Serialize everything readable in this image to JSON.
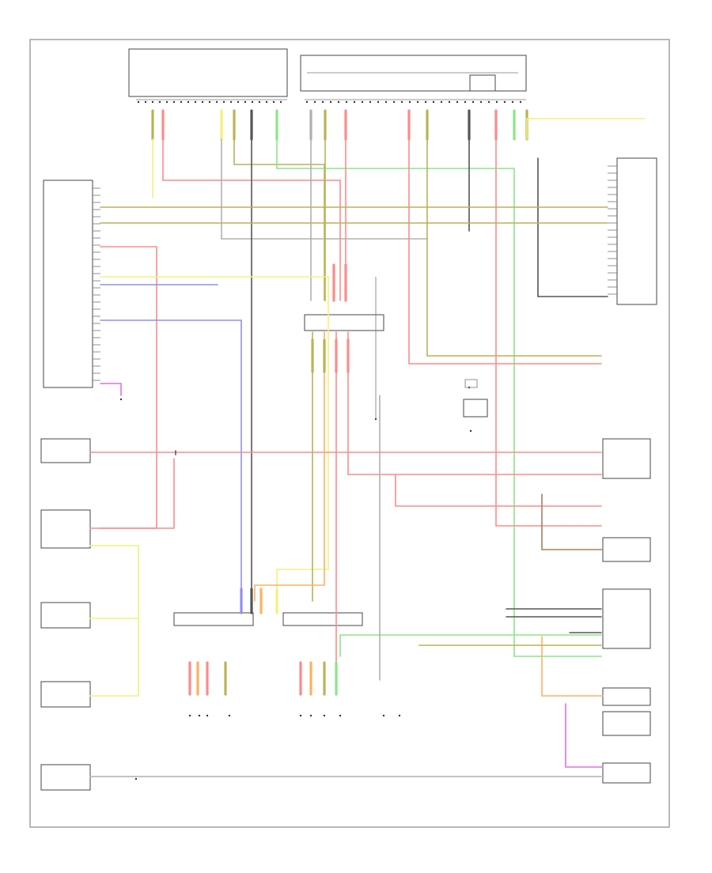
{
  "page_label": "",
  "diagram": {
    "colors": {
      "red": "#ff8a8a",
      "pink": "#ffb3b3",
      "yellow": "#f5f07a",
      "olive": "#b8b455",
      "green": "#8ae68a",
      "blue": "#8f8ff2",
      "violet": "#e070e0",
      "orange": "#ffb060",
      "gray": "#b0b0b0",
      "black": "#555555",
      "brown": "#a58060",
      "frame": "#9a9a9a"
    },
    "components": [
      {
        "id": "top-left-ecu",
        "label": ""
      },
      {
        "id": "top-right-module",
        "label": ""
      },
      {
        "id": "left-control-unit",
        "label": ""
      },
      {
        "id": "right-control-unit",
        "label": ""
      },
      {
        "id": "center-connector-1",
        "label": ""
      },
      {
        "id": "center-connector-2",
        "label": ""
      },
      {
        "id": "left-module-1",
        "label": ""
      },
      {
        "id": "left-module-2",
        "label": ""
      },
      {
        "id": "left-module-3",
        "label": ""
      },
      {
        "id": "left-module-4",
        "label": ""
      },
      {
        "id": "left-module-5",
        "label": ""
      },
      {
        "id": "right-module-1",
        "label": ""
      },
      {
        "id": "right-module-2",
        "label": ""
      },
      {
        "id": "right-module-3",
        "label": ""
      },
      {
        "id": "right-module-4",
        "label": ""
      },
      {
        "id": "right-module-5",
        "label": ""
      },
      {
        "id": "right-module-6",
        "label": ""
      },
      {
        "id": "bottom-left-controller",
        "label": ""
      },
      {
        "id": "bottom-right-controller",
        "label": ""
      }
    ]
  }
}
